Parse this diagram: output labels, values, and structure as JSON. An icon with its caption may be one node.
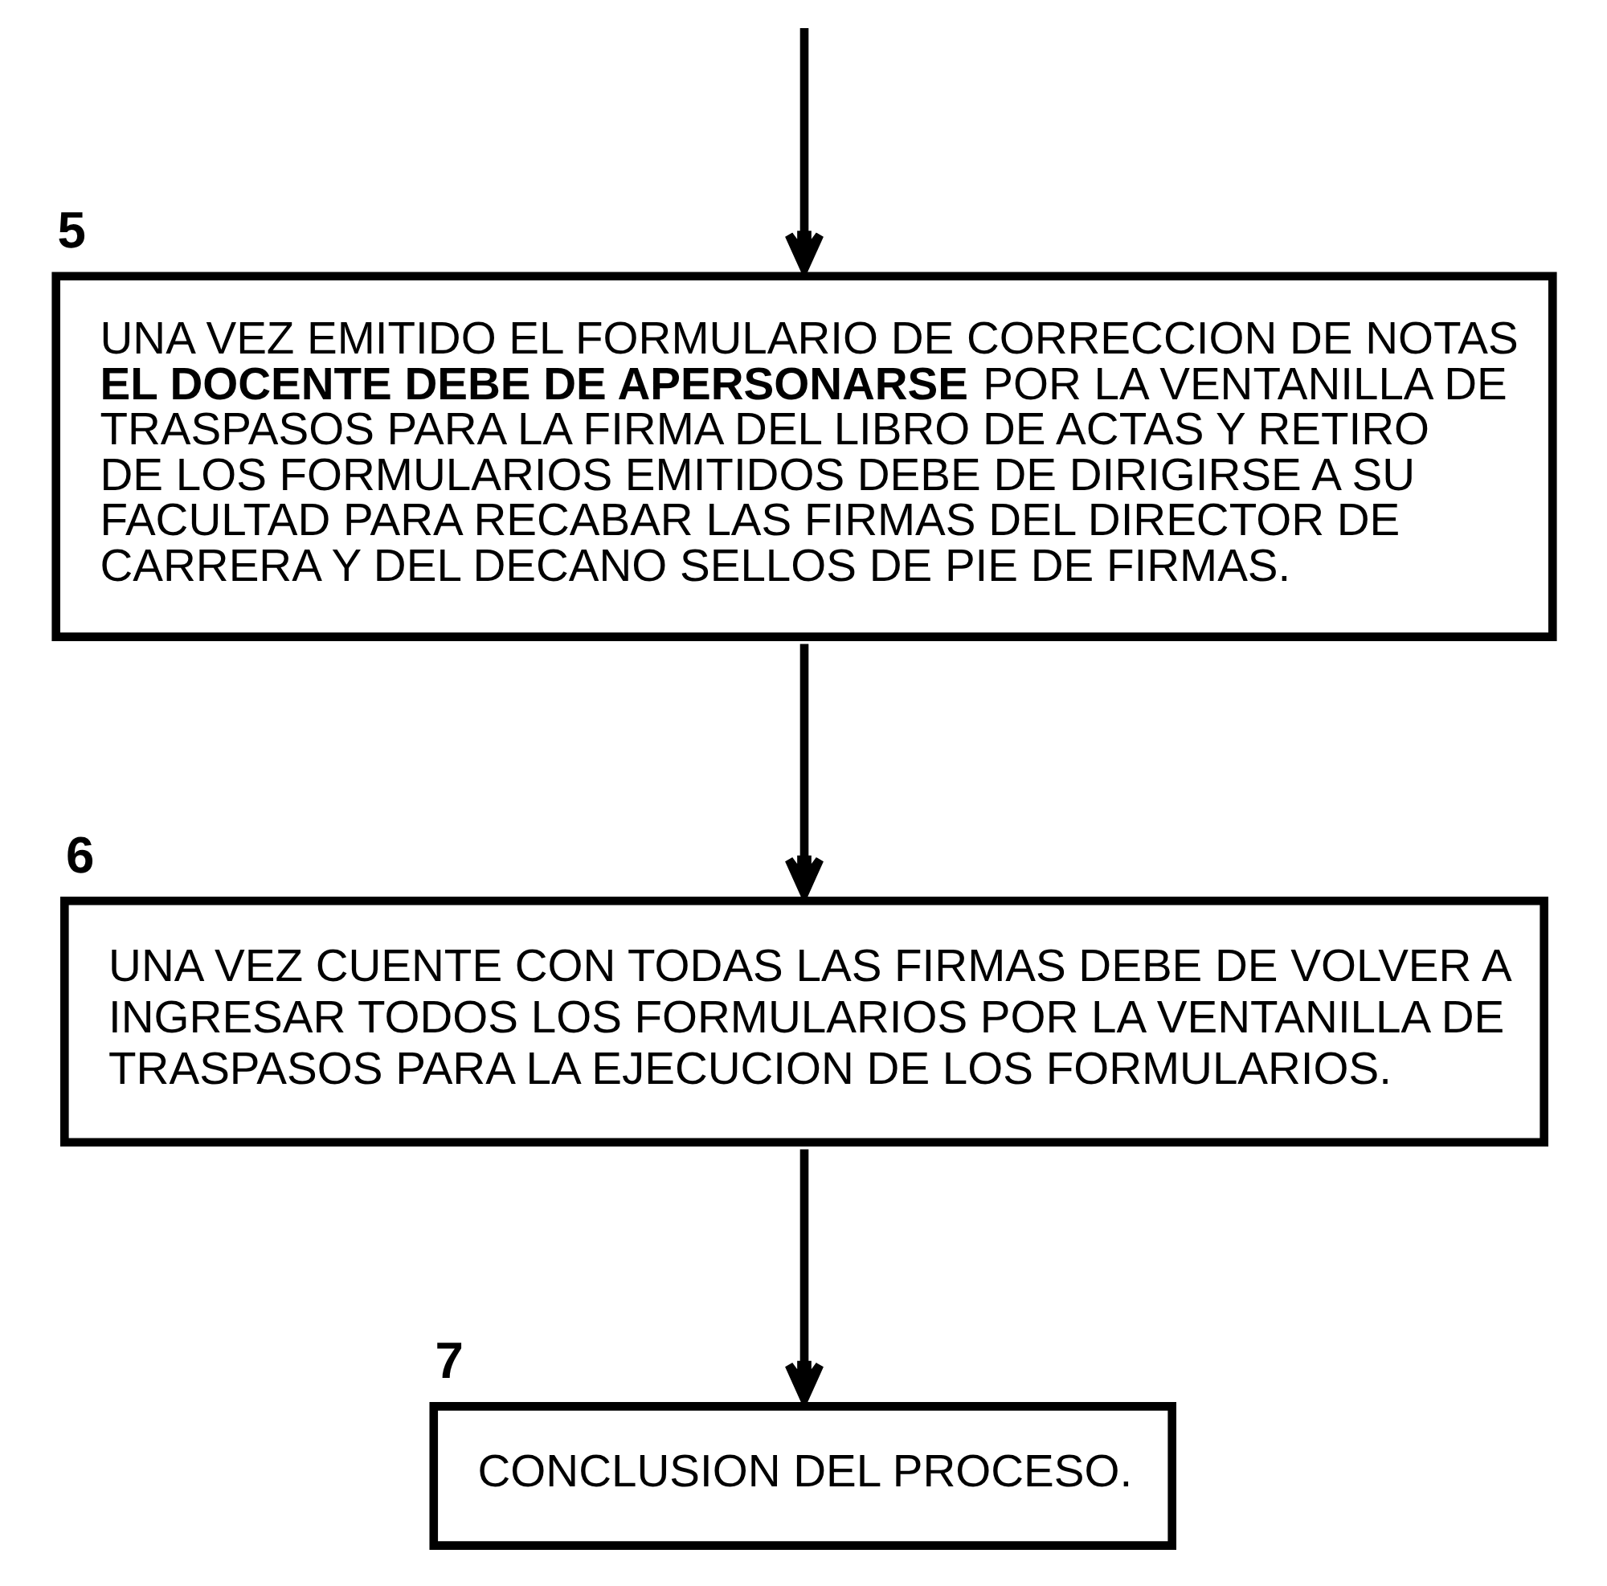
{
  "diagram": {
    "nodes": [
      {
        "text": [
          "5",
          "UNA VEZ EMITIDO EL FORMULARIO DE CORRECCION DE NOTAS **EL DOCENTE DEBE DE APERSONARSE** POR LA VENTANILLA DE TRASPASOS PARA LA FIRMA DEL LIBRO DE ACTAS Y RETIRO DE LOS FORMULARIOS EMITIDOS DEBE DE DIRIGIRSE A SU FACULTAD PARA RECABAR LAS FIRMAS DEL DIRECTOR DE CARRERA Y DEL DECANO SELLOS DE PIE DE FIRMAS."
        ]
      },
      {
        "text": [
          "6",
          "UNA VEZ CUENTE CON TODAS LAS FIRMAS DEBE DE VOLVER A INGRESAR TODOS LOS FORMULARIOS POR LA VENTANILLA DE TRASPASOS PARA LA EJECUCION DE LOS FORMULARIOS."
        ]
      },
      {
        "text": [
          "7",
          "CONCLUSION DEL PROCESO."
        ]
      }
    ],
    "edges": [
      {
        "from": null,
        "to": 0,
        "arrow": "to"
      },
      {
        "from": 0,
        "to": 1,
        "arrow": "to"
      },
      {
        "from": 1,
        "to": 2,
        "arrow": "to"
      }
    ]
  }
}
